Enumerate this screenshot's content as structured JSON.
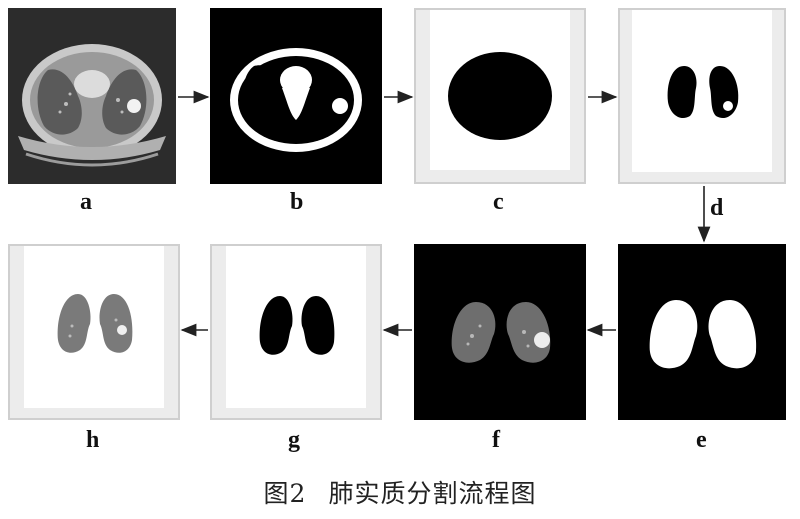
{
  "panels": {
    "a": {
      "label": "a"
    },
    "b": {
      "label": "b"
    },
    "c": {
      "label": "c"
    },
    "d": {
      "label": "d"
    },
    "e": {
      "label": "e"
    },
    "f": {
      "label": "f"
    },
    "g": {
      "label": "g"
    },
    "h": {
      "label": "h"
    }
  },
  "caption": {
    "number": "图2",
    "title": "肺实质分割流程图"
  },
  "colors": {
    "background": "#ffffff",
    "ct_dark": "#2a2a2a",
    "mask_black": "#000000",
    "mask_white": "#ffffff",
    "frame_gray": "#e6e6e6",
    "arrow": "#222222"
  }
}
